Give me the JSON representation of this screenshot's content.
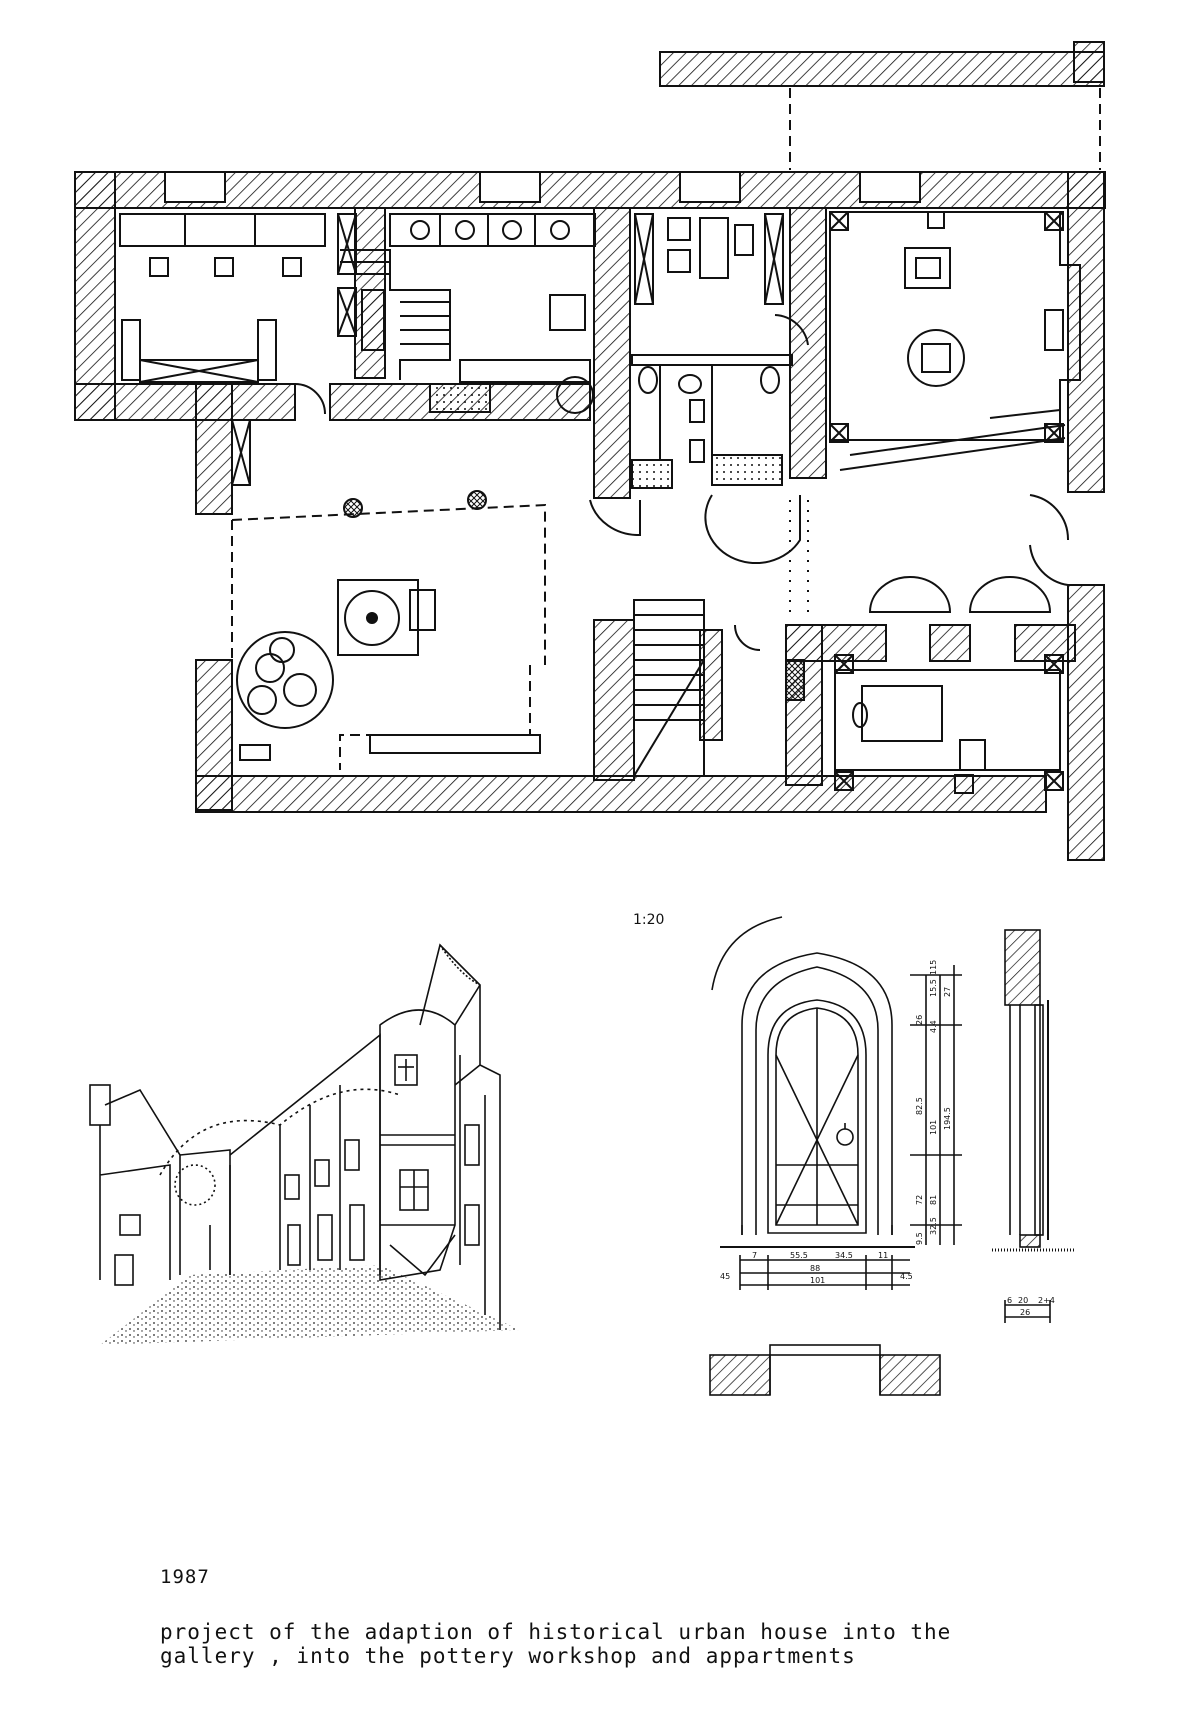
{
  "drawing": {
    "scale_label": "1:20",
    "door_dims_vertical": [
      "115",
      "15.5",
      "27",
      "26",
      "4.4",
      "82.5",
      "101",
      "194.5",
      "72",
      "81",
      "32.5",
      "9.5"
    ],
    "door_dims_horizontal": [
      "7",
      "55.5",
      "34.5",
      "11",
      "45",
      "88",
      "101",
      "4.5"
    ],
    "section_dims": [
      "6",
      "20",
      "2+4",
      "26"
    ]
  },
  "caption": {
    "year": "1987",
    "line1": "project of the adaption of historical urban house into the",
    "line2": "gallery , into the pottery workshop and appartments"
  }
}
